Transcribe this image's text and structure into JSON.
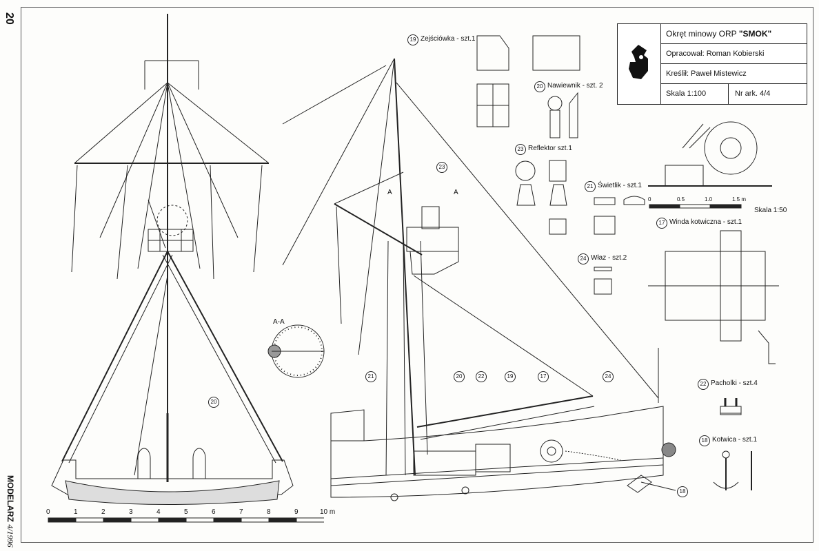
{
  "page": {
    "number": "20",
    "magazine": "MODELARZ",
    "issue": "4/1996"
  },
  "title_block": {
    "title_prefix": "Okręt minowy ORP ",
    "title_name": "\"SMOK\"",
    "author": "Opracował: Roman Kobierski",
    "drawn_by": "Kreślił: Paweł Mistewicz",
    "scale": "Skala 1:100",
    "sheet": "Nr ark. 4/4"
  },
  "parts": [
    {
      "num": "19",
      "label": "Zejściówka - szt.1"
    },
    {
      "num": "20",
      "label": "Nawiewnik - szt. 2"
    },
    {
      "num": "23",
      "label": "Reflektor  szt.1"
    },
    {
      "num": "21",
      "label": "Świetlik - szt.1"
    },
    {
      "num": "24",
      "label": "Właz - szt.2"
    },
    {
      "num": "17",
      "label": "Winda kotwiczna - szt.1"
    },
    {
      "num": "22",
      "label": "Pacholki - szt.4"
    },
    {
      "num": "18",
      "label": "Kotwica - szt.1"
    }
  ],
  "section_label": "A-A",
  "section_marks": [
    "A",
    "A"
  ],
  "scale_main": {
    "ticks": [
      "0",
      "1",
      "2",
      "3",
      "4",
      "5",
      "6",
      "7",
      "8",
      "9",
      "10 m"
    ]
  },
  "scale_small": {
    "ticks": [
      "0",
      "0.5",
      "1.0",
      "1.5 m"
    ],
    "label": "Skala 1:50"
  },
  "callouts": {
    "front_view": [
      "20"
    ],
    "side_view": [
      "21",
      "20",
      "22",
      "19",
      "17",
      "24",
      "23",
      "18"
    ]
  }
}
